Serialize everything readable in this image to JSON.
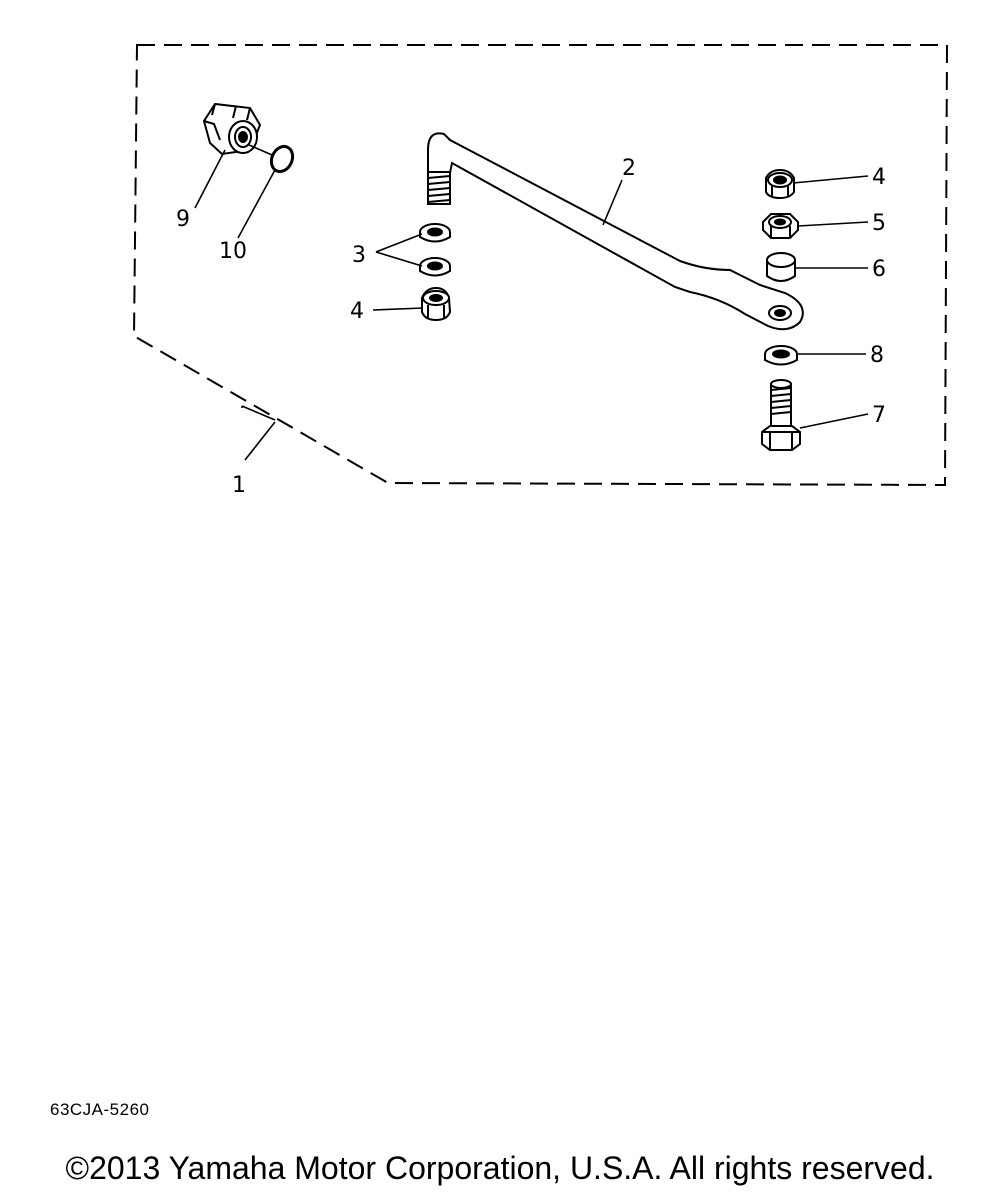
{
  "callouts": {
    "c1": "1",
    "c2": "2",
    "c3": "3",
    "c4a": "4",
    "c4b": "4",
    "c5": "5",
    "c6": "6",
    "c7": "7",
    "c8": "8",
    "c9": "9",
    "c10": "10"
  },
  "footer": {
    "part_code": "63CJA-5260",
    "copyright": "©2013 Yamaha Motor Corporation, U.S.A. All rights reserved."
  },
  "colors": {
    "ink": "#000000",
    "background": "#ffffff"
  }
}
